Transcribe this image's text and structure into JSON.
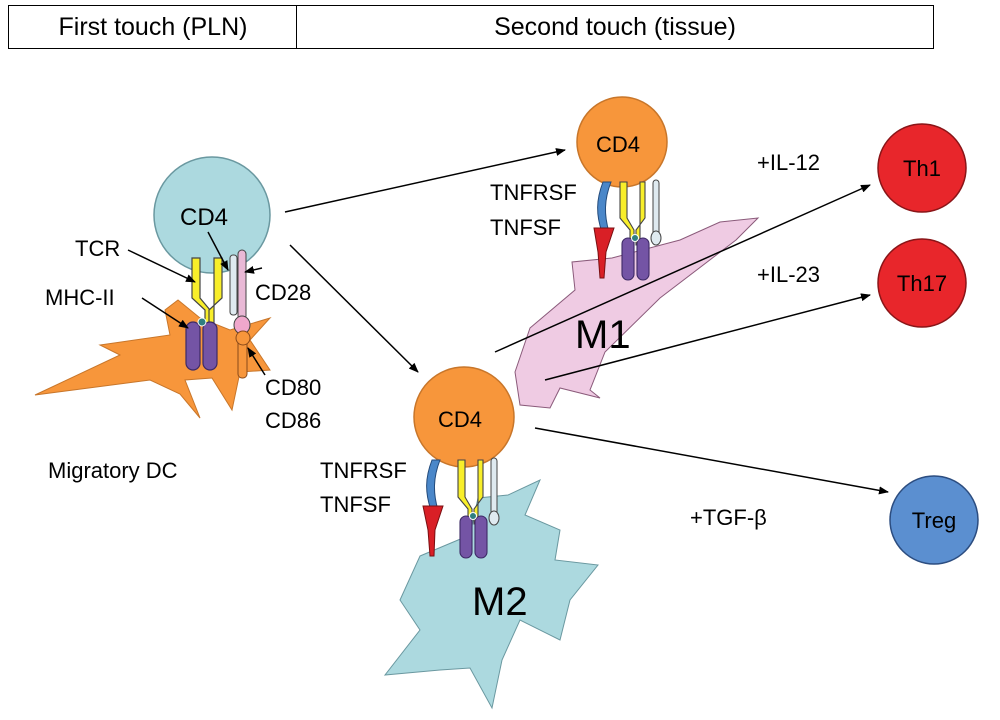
{
  "header": {
    "first_touch": "First touch (PLN)",
    "second_touch": "Second touch (tissue)"
  },
  "first_touch": {
    "cell": "CD4",
    "tcr_label": "TCR",
    "mhc_label": "MHC-II",
    "cd28_label": "CD28",
    "cd80_label": "CD80",
    "cd86_label": "CD86",
    "dc_label": "Migratory DC"
  },
  "m1": {
    "cell": "CD4",
    "receptor_label": "TNFRSF",
    "ligand_label": "TNFSF",
    "macrophage_label": "M1"
  },
  "m2": {
    "cell": "CD4",
    "receptor_label": "TNFRSF",
    "ligand_label": "TNFSF",
    "macrophage_label": "M2"
  },
  "cytokines": {
    "il12": "+IL-12",
    "il23": "+IL-23",
    "tgfb": "+TGF-β"
  },
  "outcomes": {
    "th1": "Th1",
    "th17": "Th17",
    "treg": "Treg"
  },
  "colors": {
    "light_blue": "#acd9df",
    "orange": "#f7963b",
    "red": "#e8262b",
    "blue": "#5b8fd0",
    "yellow": "#f8ee2a",
    "purple": "#7454a5",
    "pink": "#efcbe3",
    "receptor_blue": "#4a87c9",
    "ligand_red": "#d91f26"
  }
}
